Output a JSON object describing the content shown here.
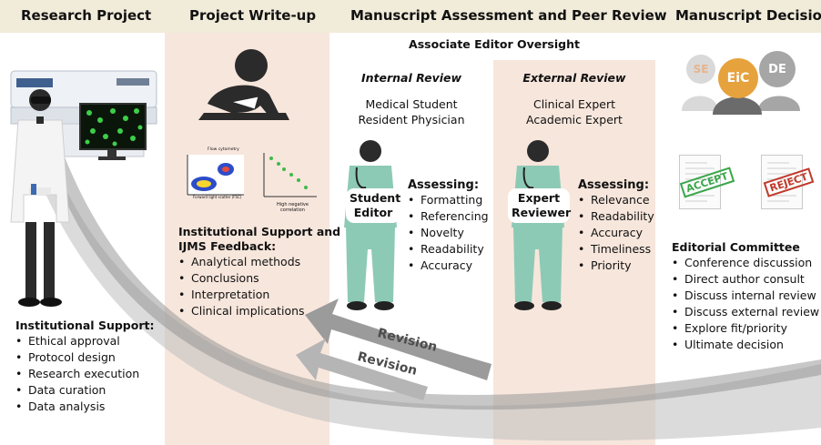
{
  "columns": {
    "research_project": "Research Project",
    "project_writeup": "Project Write-up",
    "assessment": "Manuscript Assessment and Peer Review",
    "decision": "Manuscript Decision"
  },
  "oversight": "Associate Editor Oversight",
  "internal_review": {
    "title": "Internal Review",
    "roles": [
      "Medical Student",
      "Resident Physician"
    ],
    "badge": [
      "Student",
      "Editor"
    ],
    "assessing_label": "Assessing:",
    "items": [
      "Formatting",
      "Referencing",
      "Novelty",
      "Readability",
      "Accuracy"
    ]
  },
  "external_review": {
    "title": "External Review",
    "roles": [
      "Clinical Expert",
      "Academic Expert"
    ],
    "badge": [
      "Expert",
      "Reviewer"
    ],
    "assessing_label": "Assessing:",
    "items": [
      "Relevance",
      "Readability",
      "Accuracy",
      "Timeliness",
      "Priority"
    ]
  },
  "institutional_support": {
    "heading": "Institutional Support:",
    "items": [
      "Ethical approval",
      "Protocol design",
      "Research execution",
      "Data curation",
      "Data analysis"
    ]
  },
  "writeup_support": {
    "heading_lines": [
      "Institutional Support and",
      "IJMS Feedback:"
    ],
    "items": [
      "Analytical methods",
      "Conclusions",
      "Interpretation",
      "Clinical implications"
    ]
  },
  "editorial_committee": {
    "heading": "Editorial Committee",
    "items": [
      "Conference discussion",
      "Direct author consult",
      "Discuss internal review",
      "Discuss external review",
      "Explore fit/priority",
      "Ultimate decision"
    ]
  },
  "editors": [
    {
      "label": "SE",
      "color": "#d9d9d9",
      "text_color": "#e8b48a"
    },
    {
      "label": "EiC",
      "color": "#e6a23c",
      "text_color": "#ffffff"
    },
    {
      "label": "DE",
      "color": "#a6a6a6",
      "text_color": "#ffffff"
    }
  ],
  "stamps": {
    "accept": "ACCEPT",
    "reject": "REJECT"
  },
  "revision_labels": [
    "Revision",
    "Revision"
  ],
  "mini_charts": {
    "flow_title": "Flow cytometry",
    "flow_xlabel": "Forward light scatter (FSC)",
    "scatter_label_lines": [
      "High negative",
      "correlation"
    ]
  },
  "colors": {
    "header_band": "#f1ebd9",
    "panel_peach": "#f7e6dc",
    "scrubs": "#8dcab6",
    "figure_dark": "#2b2b2b",
    "arrow_gray": "#9b9b9b"
  }
}
